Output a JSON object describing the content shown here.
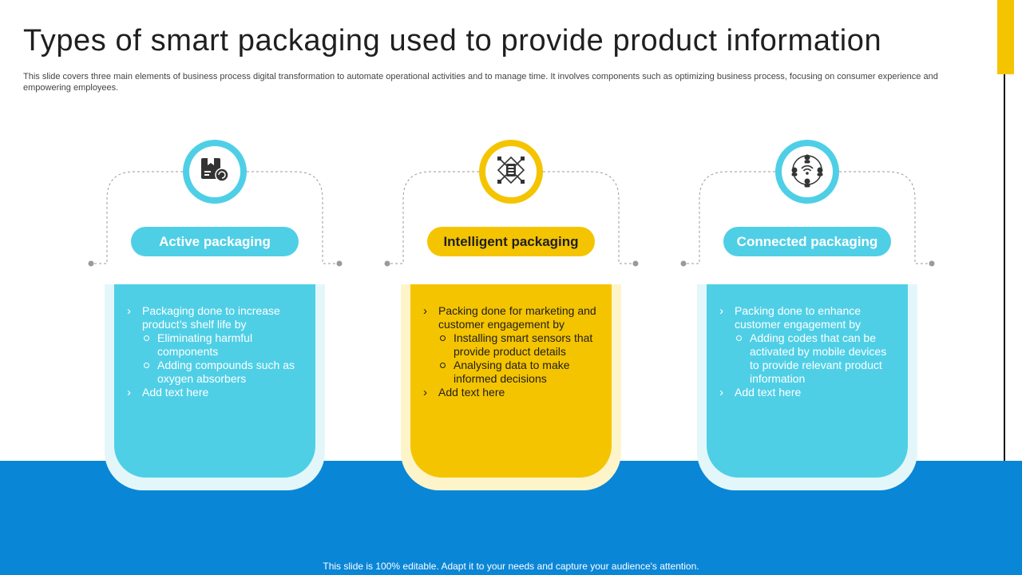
{
  "slide": {
    "title": "Types of smart packaging used to provide product information",
    "subtitle": "This slide covers three main elements of business process digital transformation to automate operational activities and to manage time. It involves components such as optimizing business process, focusing on consumer experience and empowering employees.",
    "footer": "This slide is 100% editable. Adapt it to your needs and capture your audience's attention."
  },
  "colors": {
    "blue": "#4fcfe6",
    "yellow": "#f5c400",
    "band": "#0a86d6"
  },
  "cards": [
    {
      "icon": "package-icon",
      "label": "Active packaging",
      "bullet1": "Packaging done to increase product’s shelf life by",
      "sub1": "Eliminating harmful components",
      "sub2": "Adding compounds such as oxygen absorbers",
      "bullet2": "Add text here"
    },
    {
      "icon": "processor-network-icon",
      "label": "Intelligent packaging",
      "bullet1": "Packing done for marketing and customer engagement by",
      "sub1": "Installing smart sensors that provide product details",
      "sub2": "Analysing data to make informed decisions",
      "bullet2": "Add text here"
    },
    {
      "icon": "wifi-people-network-icon",
      "label": "Connected packaging",
      "bullet1": "Packing done to enhance customer engagement by",
      "sub1": "Adding codes that can be activated by mobile devices to provide relevant product information",
      "bullet2": "Add text here"
    }
  ]
}
